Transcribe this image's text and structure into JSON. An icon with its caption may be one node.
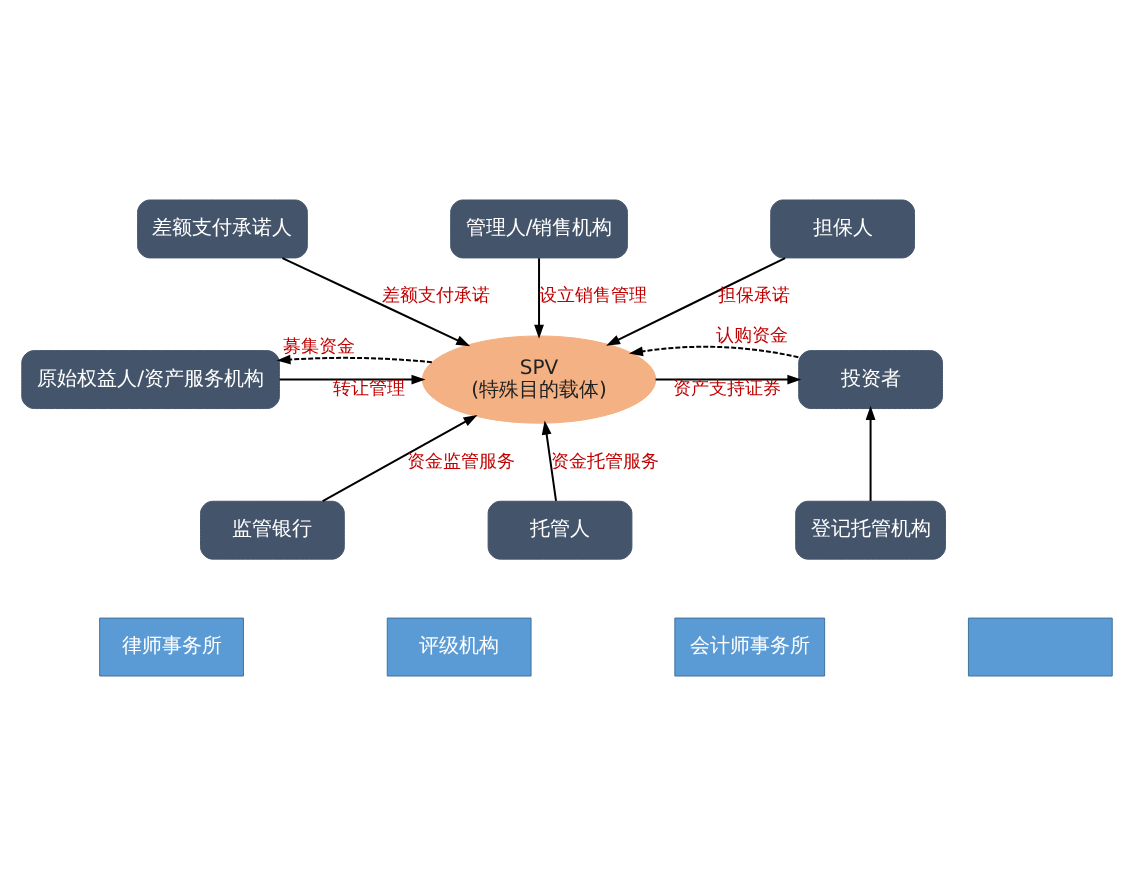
{
  "diagram": {
    "nodes": [
      {
        "text": [
          "差额支付承诺人"
        ]
      },
      {
        "text": [
          "管理人/销售机构"
        ]
      },
      {
        "text": [
          "担保人"
        ]
      },
      {
        "text": [
          "原始权益人/资产服务机构"
        ]
      },
      {
        "text": [
          "SPV",
          "(特殊目的载体)"
        ]
      },
      {
        "text": [
          "投资者"
        ]
      },
      {
        "text": [
          "监管银行"
        ]
      },
      {
        "text": [
          "托管人"
        ]
      },
      {
        "text": [
          "登记托管机构"
        ]
      },
      {
        "text": [
          "律师事务所"
        ]
      },
      {
        "text": [
          "评级机构"
        ]
      },
      {
        "text": [
          "会计师事务所"
        ]
      },
      {
        "text": [],
        "shape": "box"
      }
    ],
    "edges": [
      {
        "from": 0,
        "to": 4,
        "arrow": "to",
        "label": "差额支付承诺"
      },
      {
        "from": 1,
        "to": 4,
        "arrow": "to",
        "label": "设立销售管理"
      },
      {
        "from": 2,
        "to": 4,
        "arrow": "to",
        "label": "担保承诺"
      },
      {
        "from": 3,
        "to": 4,
        "arrow": "to",
        "label": "转让管理"
      },
      {
        "from": 4,
        "to": 3,
        "arrow": "to",
        "label": "募集资金",
        "style": "dashed"
      },
      {
        "from": 4,
        "to": 5,
        "arrow": "to",
        "label": "资产支持证券"
      },
      {
        "from": 5,
        "to": 4,
        "arrow": "to",
        "label": "认购资金",
        "style": "dashed"
      },
      {
        "from": 6,
        "to": 4,
        "arrow": "to",
        "label": "资金监管服务"
      },
      {
        "from": 7,
        "to": 4,
        "arrow": "to",
        "label": "资金托管服务"
      },
      {
        "from": 8,
        "to": 5,
        "arrow": "to"
      }
    ]
  }
}
